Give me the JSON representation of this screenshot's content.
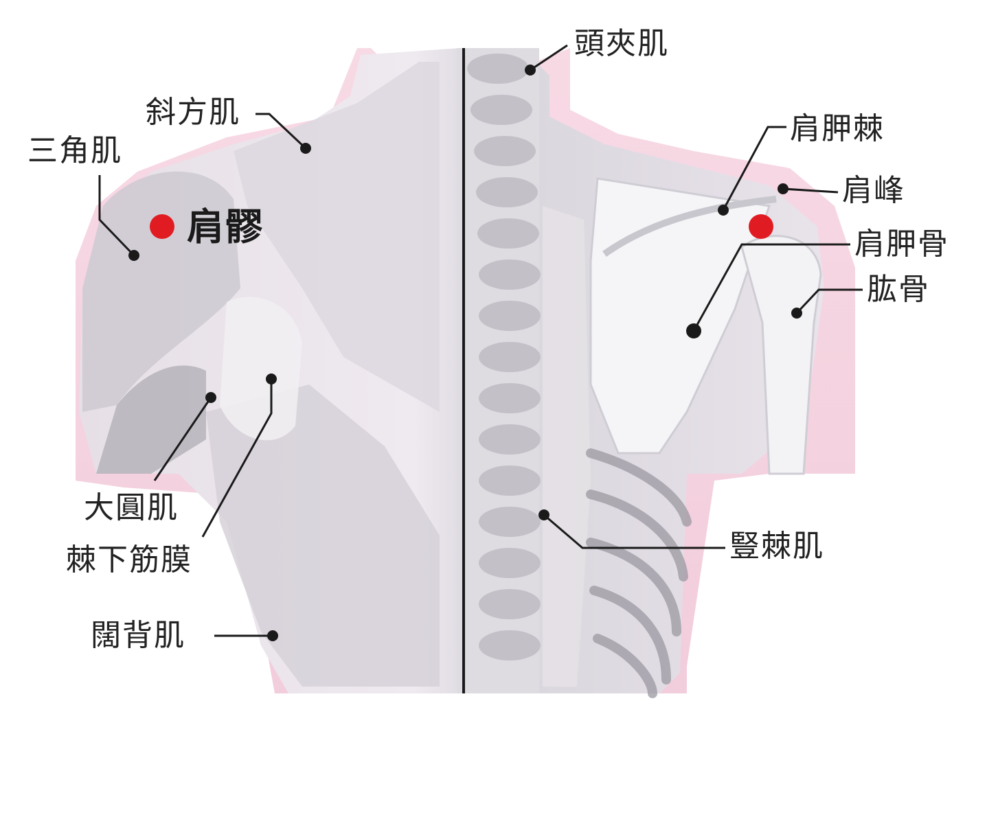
{
  "colors": {
    "body_fill": "#ebe7ec",
    "skin_pink": "#f2c9d8",
    "bone": "#f4f4f6",
    "shadow": "#bdbbc2",
    "line": "#1a1a1a",
    "acupoint": "#e11b22"
  },
  "acupoint": {
    "name": "肩髎"
  },
  "labels": {
    "splenius": "頭夾肌",
    "trapezius": "斜方肌",
    "deltoid": "三角肌",
    "scapular_spine": "肩胛棘",
    "acromion": "肩峰",
    "scapula": "肩胛骨",
    "humerus": "肱骨",
    "teres_major": "大圓肌",
    "infraspinous_fascia": "棘下筋膜",
    "erector_spinae": "豎棘肌",
    "latissimus": "闊背肌"
  }
}
